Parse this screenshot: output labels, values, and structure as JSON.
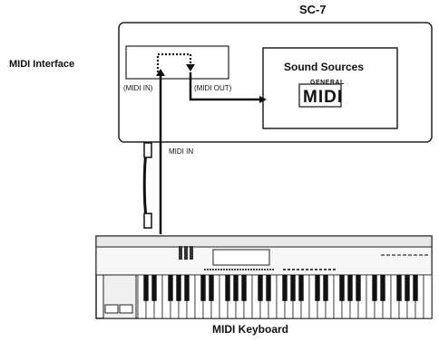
{
  "device": {
    "title": "SC-7"
  },
  "interface": {
    "label": "MIDI Interface",
    "in_port": "(MIDI IN)",
    "out_port": "(MIDI OUT)"
  },
  "sound_sources": {
    "title": "Sound Sources",
    "logo_line1": "GENERAL",
    "logo_line2": "MIDI"
  },
  "cable": {
    "label": "MIDI IN"
  },
  "keyboard": {
    "label": "MIDI Keyboard"
  }
}
